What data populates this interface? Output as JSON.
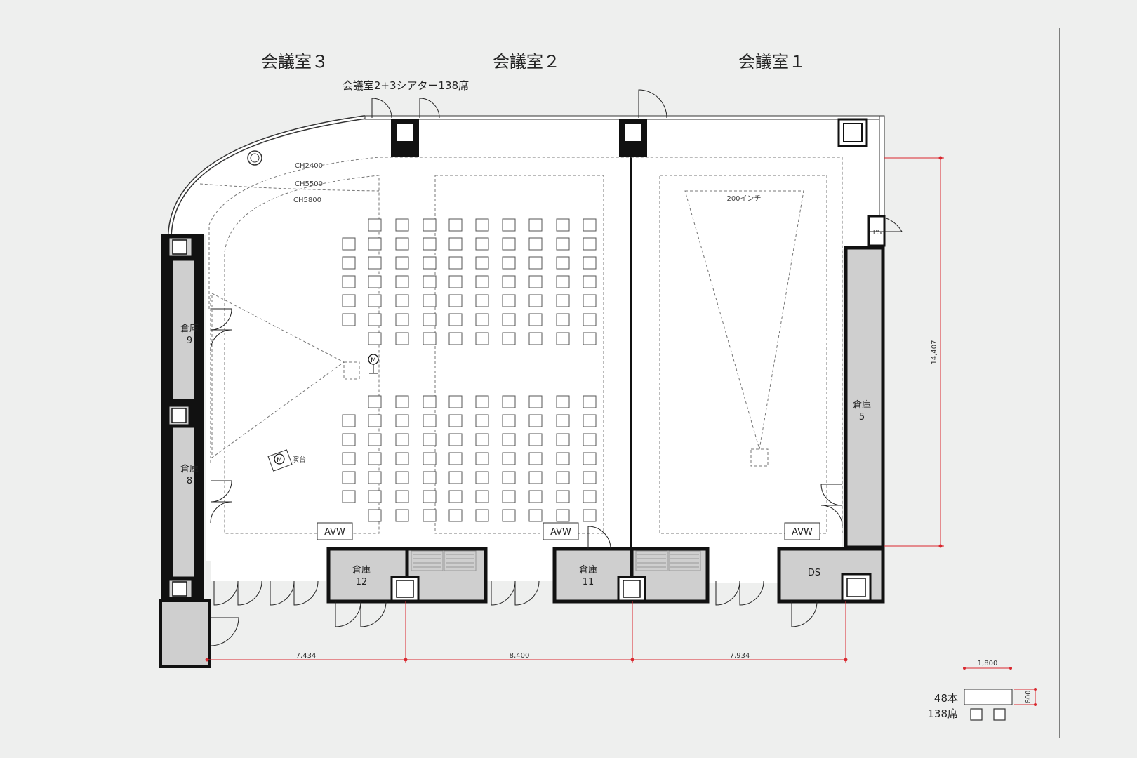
{
  "titles": {
    "room3": "会議室３",
    "room2": "会議室２",
    "room1": "会議室１",
    "combined": "会議室2+3シアター138席"
  },
  "ceiling_labels": [
    "CH2400",
    "CH5500",
    "CH5800"
  ],
  "screen_label": "200インチ",
  "podium_label": "演台",
  "mic_symbol": "M",
  "ps_label": "PS",
  "ds_label": "DS",
  "avw_label": "AVW",
  "storage": {
    "s9": {
      "name": "倉庫",
      "num": "9"
    },
    "s8": {
      "name": "倉庫",
      "num": "8"
    },
    "s5": {
      "name": "倉庫",
      "num": "5"
    },
    "s12": {
      "name": "倉庫",
      "num": "12"
    },
    "s11": {
      "name": "倉庫",
      "num": "11"
    }
  },
  "dimensions": {
    "d1": "7,434",
    "d2": "8,400",
    "d3": "7,934",
    "height": "14,407"
  },
  "legend": {
    "width": "1,800",
    "depth": "600",
    "tables": "48本",
    "seats": "138席"
  },
  "colors": {
    "dimension": "#d9272e",
    "storage": "#cfcfcf",
    "background": "#eeefee"
  }
}
